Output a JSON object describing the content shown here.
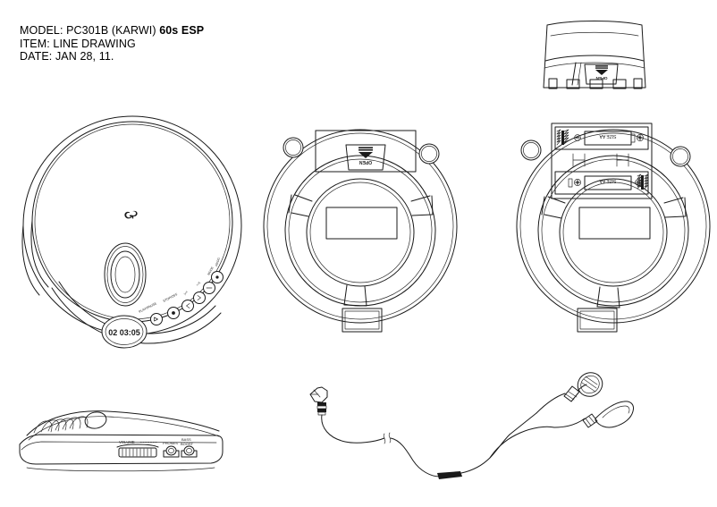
{
  "document": {
    "sheet_background": "#ffffff",
    "line_color": "#1a1a1a",
    "header": {
      "model_prefix": "MODEL: PC301B (KARWI) ",
      "model_suffix_bold": "60s ESP",
      "item_line": "ITEM: LINE DRAWING",
      "date_line": "DATE: JAN 28, 11."
    }
  },
  "views": {
    "top_view": {
      "title": "top-view-portable-cd-player",
      "brand_logo": "GPX",
      "lcd_display": "02 03:05",
      "control_labels": {
        "play_pause": "PLAY/PAUSE",
        "stop_off": "STOP/OFF",
        "skip_prev": "|<<",
        "skip_next": ">>|",
        "mode": "MODE",
        "program": "PROG"
      },
      "button_count": 6
    },
    "bottom_view_center": {
      "title": "bottom-view-door-closed",
      "open_label": "OPEN",
      "eject_icon": "eject-triangle-icon"
    },
    "bottom_view_right": {
      "title": "bottom-view-battery-compartment",
      "open_label": "OPEN",
      "battery_cells": [
        {
          "label": "SIZE AA",
          "polarity_left": "⊖",
          "polarity_right": "⊕"
        },
        {
          "label": "SIZE AA",
          "polarity_left": "⊕",
          "polarity_right": "⊖"
        }
      ]
    },
    "front_edge_view": {
      "title": "front-edge-view",
      "open_label": "OPEN",
      "eject_icon": "eject-triangle-icon"
    },
    "side_profile_view": {
      "title": "side-profile-view",
      "volume_label": "VOLUME",
      "phones_label": "PHONES",
      "bass_label_line1": "BASS",
      "bass_label_line2": "BOOST"
    },
    "earphones": {
      "title": "earphones-accessory",
      "plug": "3.5mm-right-angle-plug",
      "splitter": "y-splitter",
      "earbud_count": 2,
      "cable_break_symbol": "break-mark"
    }
  }
}
